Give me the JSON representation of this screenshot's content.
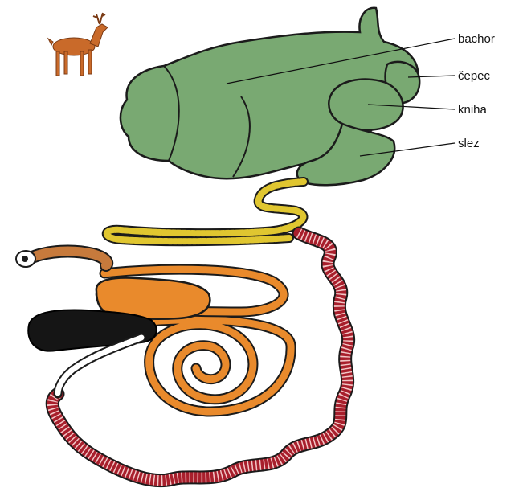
{
  "labels": {
    "rumen": "bachor",
    "reticulum": "čepec",
    "omasum": "kniha",
    "abomasum": "slez"
  },
  "icons": {
    "animal": "deer-icon"
  },
  "colors": {
    "stomach": "#79a972",
    "stomach_outline": "#1b1b1b",
    "small_intestine": "#e0c630",
    "large_intestine_red": "#a81f2c",
    "colon_orange": "#e98a2c",
    "caecum_black": "#151515",
    "rectum_striped": "#ffffff",
    "deer": "#c96a2a"
  }
}
